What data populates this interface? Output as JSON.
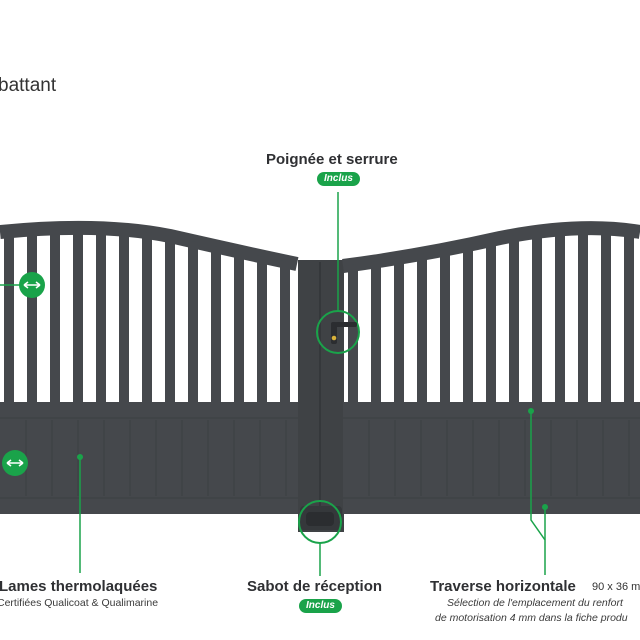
{
  "page": {
    "title": "battant"
  },
  "callouts": {
    "handle": {
      "label": "Poignée et serrure",
      "badge": "Inclus"
    },
    "slats": {
      "label": "Lames thermolaquées",
      "sub": "Certifiées Qualicoat & Qualimarine"
    },
    "shoe": {
      "label": "Sabot de réception",
      "badge": "Inclus"
    },
    "crossbar": {
      "label": "Traverse horizontale",
      "dims": "90 x 36 m",
      "note_line1": "Sélection de l'emplacement du renfort",
      "note_line2": "de motorisation 4 mm dans la fiche produ"
    }
  },
  "icons": [
    "width-arrow-icon",
    "width-arrow-icon",
    "handle-lock-icon",
    "callout-dot-icon"
  ],
  "colors": {
    "gate": "#45484c",
    "accent": "#1aa34a",
    "text": "#2f3033"
  }
}
